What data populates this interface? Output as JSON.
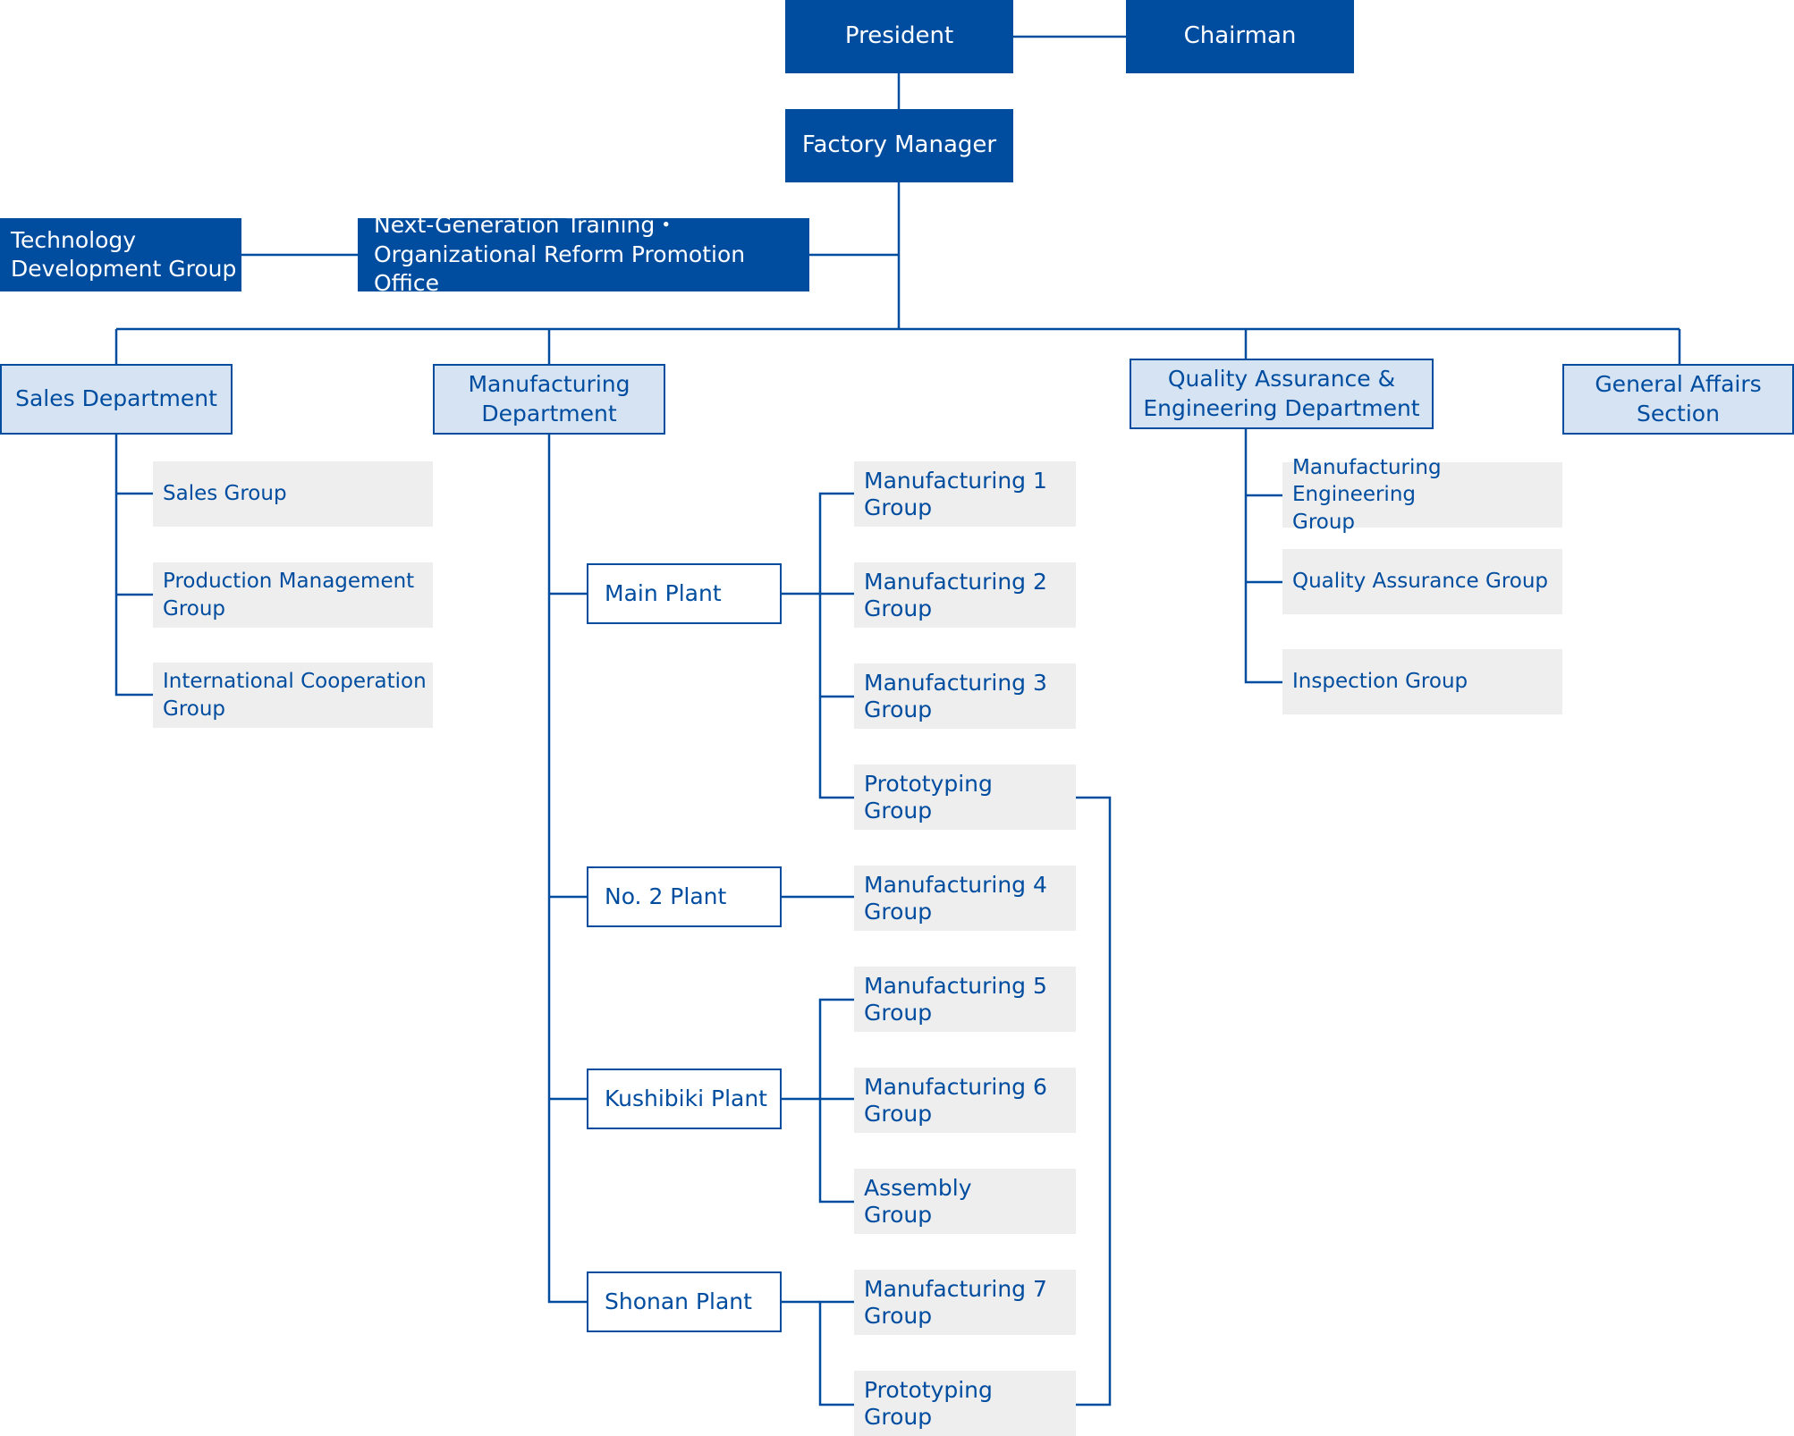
{
  "top": {
    "president": "President",
    "chairman": "Chairman",
    "factory_manager": "Factory Manager"
  },
  "staff": {
    "tech_dev": [
      "Technology",
      "Development Group"
    ],
    "next_gen": [
      "Next-Generation Training・",
      "Organizational Reform Promotion Office"
    ]
  },
  "departments": {
    "sales": [
      "Sales Department"
    ],
    "manufacturing": [
      "Manufacturing",
      "Department"
    ],
    "qa": [
      "Quality Assurance &",
      "Engineering Department"
    ],
    "general_affairs": [
      "General Affairs",
      "Section"
    ]
  },
  "sales_groups": [
    [
      "Sales Group"
    ],
    [
      "Production Management",
      "Group"
    ],
    [
      "International Cooperation",
      "Group"
    ]
  ],
  "plants": {
    "main": "Main Plant",
    "no2": "No. 2 Plant",
    "kushibiki": "Kushibiki Plant",
    "shonan": "Shonan Plant"
  },
  "manufacturing_groups": [
    [
      "Manufacturing 1",
      "Group"
    ],
    [
      "Manufacturing 2",
      "Group"
    ],
    [
      "Manufacturing 3",
      "Group"
    ],
    [
      "Prototyping",
      "Group"
    ],
    [
      "Manufacturing 4",
      "Group"
    ],
    [
      "Manufacturing 5",
      "Group"
    ],
    [
      "Manufacturing 6",
      "Group"
    ],
    [
      "Assembly",
      "Group"
    ],
    [
      "Manufacturing 7",
      "Group"
    ],
    [
      "Prototyping",
      "Group"
    ]
  ],
  "qa_groups": [
    [
      "Manufacturing Engineering",
      "Group"
    ],
    [
      "Quality Assurance Group"
    ],
    [
      "Inspection Group"
    ]
  ],
  "colors": {
    "dark_blue": "#004da0",
    "light_blue": "#d5e3f3",
    "gray": "#eeeeee"
  }
}
